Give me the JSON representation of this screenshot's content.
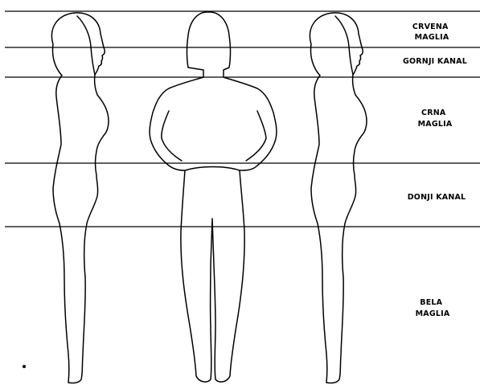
{
  "zones": [
    {
      "id": "crvena-maglia",
      "lines": [
        "CRVENA",
        "MAGLIA"
      ]
    },
    {
      "id": "gornji-kanal",
      "lines": [
        "GORNJI KANAL"
      ]
    },
    {
      "id": "crna-maglia",
      "lines": [
        "CRNA",
        "MAGLIA"
      ]
    },
    {
      "id": "donji-kanal",
      "lines": [
        "DONJI KANAL"
      ]
    },
    {
      "id": "bela-maglia",
      "lines": [
        "BELA",
        "MAGLIA"
      ]
    }
  ],
  "figures": [
    "side-view-left",
    "front-view",
    "side-view-right"
  ],
  "colors": {
    "ink": "#000000",
    "background": "#ffffff"
  }
}
